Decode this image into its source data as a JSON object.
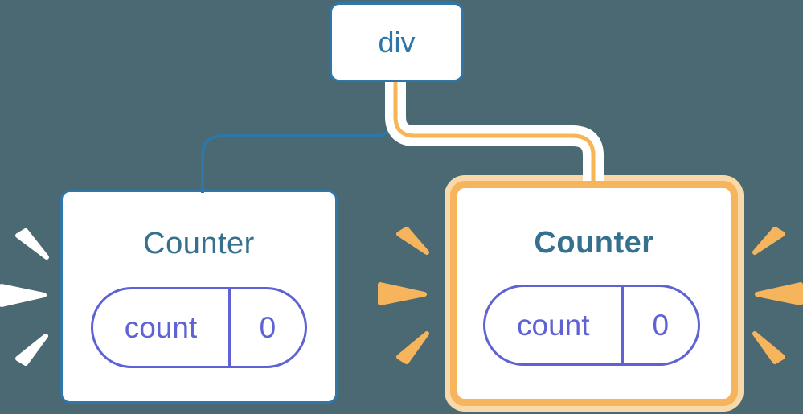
{
  "palette": {
    "background": "#4a6972",
    "node_blue": "#2e77a8",
    "title_blue": "#35708e",
    "pill_purple": "#5f62d4",
    "orange": "#f6b45c",
    "orange_light": "#f8d9aa",
    "orange_line": "#f7b556",
    "sparkle_white": "#ffffff"
  },
  "diagram": {
    "root": {
      "label": "div"
    },
    "children": [
      {
        "title": "Counter",
        "state": {
          "key": "count",
          "value": "0"
        },
        "highlighted": false
      },
      {
        "title": "Counter",
        "state": {
          "key": "count",
          "value": "0"
        },
        "highlighted": true
      }
    ]
  }
}
